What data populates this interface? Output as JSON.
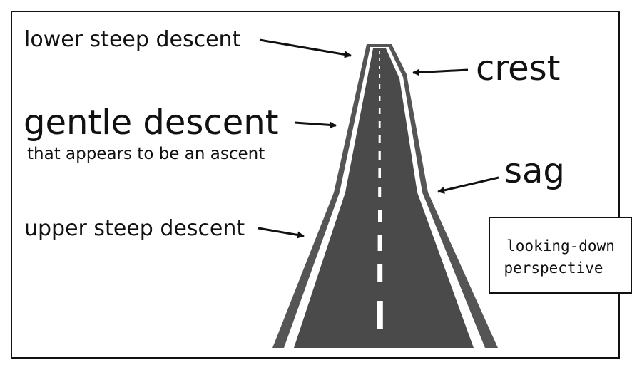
{
  "labels": {
    "lower_steep_descent": "lower steep descent",
    "crest": "crest",
    "gentle_descent": "gentle descent",
    "gentle_descent_note": "that appears to be an ascent",
    "sag": "sag",
    "upper_steep_descent": "upper steep descent"
  },
  "perspective_box": {
    "line1": "looking-down",
    "line2": "perspective"
  },
  "colors": {
    "road": "#4a4a4a",
    "shoulder": "#555555",
    "edge_line": "#ffffff",
    "center_dash": "#ffffff",
    "ink": "#111111"
  }
}
